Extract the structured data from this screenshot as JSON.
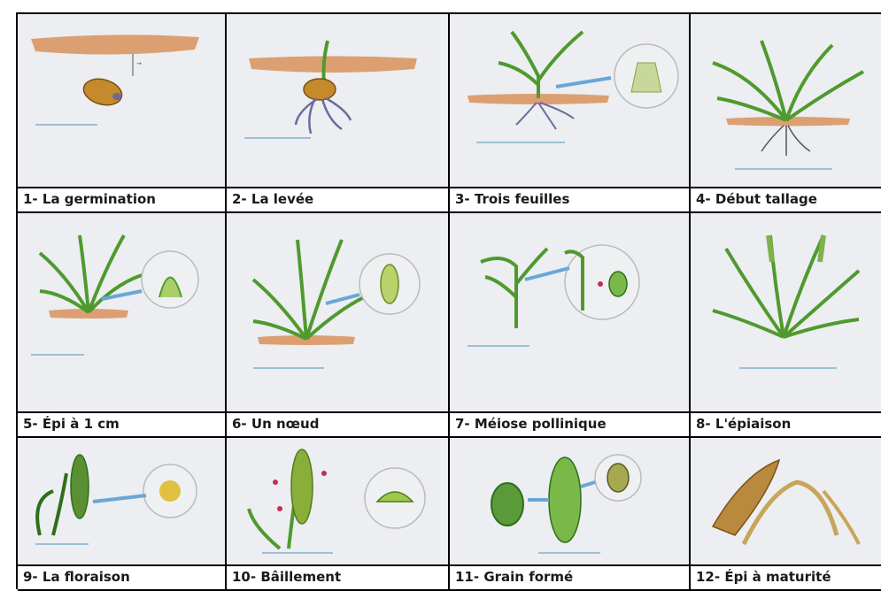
{
  "stages": [
    {
      "label": "1- La germination",
      "icon": "germinating-seed-icon"
    },
    {
      "label": "2- La levée",
      "icon": "emerging-seedling-icon"
    },
    {
      "label": "3- Trois feuilles",
      "icon": "three-leaf-plant-icon"
    },
    {
      "label": "4- Début tallage",
      "icon": "tillering-plant-icon"
    },
    {
      "label": "5- Épi à 1 cm",
      "icon": "ear-1cm-plant-icon"
    },
    {
      "label": "6- Un nœud",
      "icon": "one-node-plant-icon"
    },
    {
      "label": "7- Méiose pollinique",
      "icon": "meiosis-stem-icon"
    },
    {
      "label": "8- L'épiaison",
      "icon": "heading-plant-icon"
    },
    {
      "label": "9- La floraison",
      "icon": "flowering-ear-icon"
    },
    {
      "label": "10- Bâillement",
      "icon": "gaping-ear-icon"
    },
    {
      "label": "11- Grain formé",
      "icon": "formed-grain-icon"
    },
    {
      "label": "12- Épi à maturité",
      "icon": "mature-ear-icon"
    }
  ],
  "colors": {
    "soil": "#d9915a",
    "leaf": "#4f9a2e",
    "leaf_dark": "#2f6e1c",
    "seed": "#c48a2c",
    "root": "#6d6a9c",
    "arrow": "#6aa6d6",
    "ripe": "#b98a3e"
  }
}
